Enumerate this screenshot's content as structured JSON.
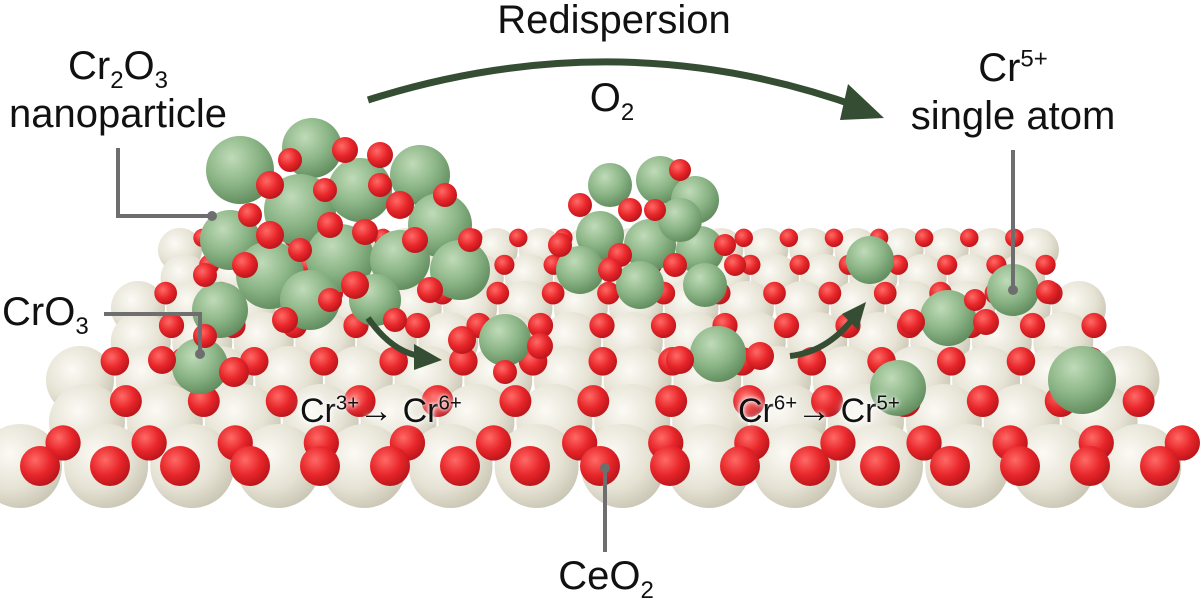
{
  "labels": {
    "process": "Redispersion",
    "oxidant": {
      "base": "O",
      "sub": "2"
    },
    "nanoparticle": {
      "part1": "Cr",
      "sub1": "2",
      "part2": "O",
      "sub2": "3",
      "line2": "nanoparticle"
    },
    "single_atom": {
      "base": "Cr",
      "sup": "5+",
      "line2": "single atom"
    },
    "cro3": {
      "base": "CrO",
      "sub": "3"
    },
    "support": {
      "base": "CeO",
      "sub": "2"
    },
    "reaction_left": {
      "a": "Cr",
      "a_sup": "3+",
      "arrow": "→",
      "b": "Cr",
      "b_sup": "6+"
    },
    "reaction_right": {
      "a": "Cr",
      "a_sup": "6+",
      "arrow": "→",
      "b": "Cr",
      "b_sup": "5+"
    }
  },
  "colors": {
    "cerium": "#e9e7dc",
    "oxygen": "#e8262a",
    "chromium": "#8bb586",
    "arrow": "#344d33",
    "leader": "#6e6e6e"
  }
}
